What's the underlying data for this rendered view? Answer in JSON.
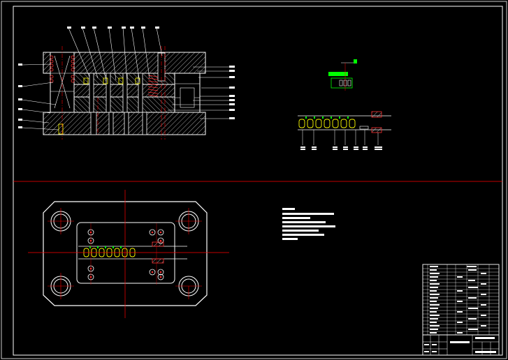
{
  "sheet": {
    "background": "#000000",
    "line_color": "#ffffff",
    "center_line_color": "#ff0000",
    "part_color_yellow": "#ffff00",
    "part_color_green": "#00ff00",
    "hatch_color": "#ffffff"
  },
  "views": {
    "section_view": "assembly-section",
    "strip_layout": "strip-layout",
    "plan_view": "lower-die-plan",
    "notes": "technical-requirements",
    "title_block": "parts-list-and-title-block"
  }
}
